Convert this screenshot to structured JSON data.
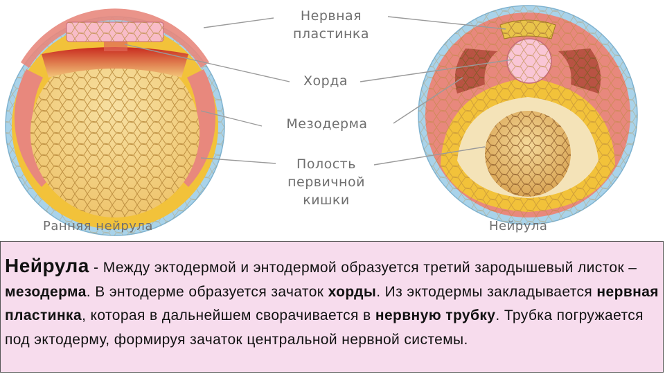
{
  "labels": {
    "neural_plate": [
      "Нервная",
      "пластинка"
    ],
    "chord": "Хорда",
    "mesoderm": "Мезодерма",
    "gut_cavity": [
      "Полость",
      "первичной",
      "кишки"
    ]
  },
  "captions": {
    "left": "Ранняя нейрула",
    "right": "Нейрула"
  },
  "description": {
    "lead": "Нейрула",
    "lead_dash": " - ",
    "s1": "Между эктодермой и энтодермой образуется третий зародышевый листок – ",
    "term_mesoderm": "мезодерма",
    "s2": ". В энтодерме образуется зачаток ",
    "term_chord": "хорды",
    "s3": ". Из эктодермы закладывается ",
    "term_plate": "нервная пластинка",
    "s4": ", которая в дальнейшем сворачивается в ",
    "term_tube": "нервную трубку",
    "s5": ". Трубка погружается под эктодерму, формируя зачаток центральной нервной системы."
  },
  "colors": {
    "ectoderm": "#a9d3ea",
    "mesoderm": "#e8887d",
    "endoderm": "#f2c23a",
    "yolk": "#f3d48a",
    "neural_plate": "#f8bcc8",
    "chord": "#f9c6d6",
    "panel_bg": "#f7dced"
  }
}
